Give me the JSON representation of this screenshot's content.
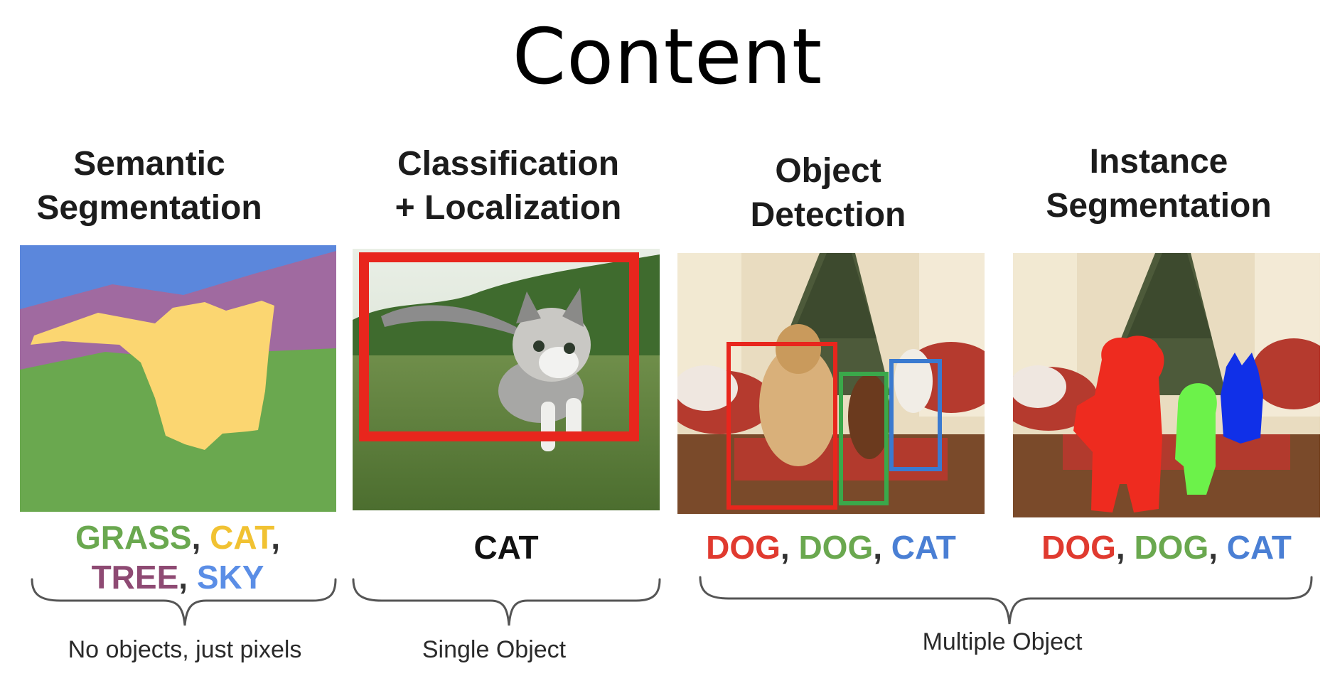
{
  "title": "Content",
  "tasks": [
    {
      "heading_lines": [
        "Semantic",
        "Segmentation"
      ]
    },
    {
      "heading_lines": [
        "Classification",
        "+ Localization"
      ]
    },
    {
      "heading_lines": [
        "Object",
        "Detection"
      ]
    },
    {
      "heading_lines": [
        "Instance",
        "Segmentation"
      ]
    }
  ],
  "labels": {
    "semantic": {
      "line1": [
        {
          "text": "GRASS",
          "color": "#6aa84f"
        },
        {
          "text": ", ",
          "color": "#333333"
        },
        {
          "text": "CAT",
          "color": "#f1c232"
        },
        {
          "text": ",",
          "color": "#333333"
        }
      ],
      "line2": [
        {
          "text": "TREE",
          "color": "#8e4a73"
        },
        {
          "text": ", ",
          "color": "#333333"
        },
        {
          "text": "SKY",
          "color": "#5b8ee6"
        }
      ]
    },
    "classification": [
      {
        "text": "CAT",
        "color": "#111111"
      }
    ],
    "detection": [
      {
        "text": "DOG",
        "color": "#e03a2f"
      },
      {
        "text": ", ",
        "color": "#333333"
      },
      {
        "text": "DOG",
        "color": "#6aa84f"
      },
      {
        "text": ", ",
        "color": "#333333"
      },
      {
        "text": "CAT",
        "color": "#4a7fd4"
      }
    ],
    "instance": [
      {
        "text": "DOG",
        "color": "#e03a2f"
      },
      {
        "text": ", ",
        "color": "#333333"
      },
      {
        "text": "DOG",
        "color": "#6aa84f"
      },
      {
        "text": ", ",
        "color": "#333333"
      },
      {
        "text": "CAT",
        "color": "#4a7fd4"
      }
    ]
  },
  "captions": {
    "semantic": "No objects, just pixels",
    "classification": "Single Object",
    "multiple": "Multiple Object"
  },
  "colors": {
    "sky": "#5b87dc",
    "tree": "#a06aa0",
    "grass": "#6aa84f",
    "cat_mask": "#fbd671",
    "box_red": "#e8261d",
    "box_green": "#3aa84a",
    "box_blue": "#3a7ad0",
    "mask_red": "#ee2b1f",
    "mask_green": "#6cf24a",
    "mask_blue": "#1030e8"
  },
  "icons": [
    "curly-brace-icon"
  ]
}
